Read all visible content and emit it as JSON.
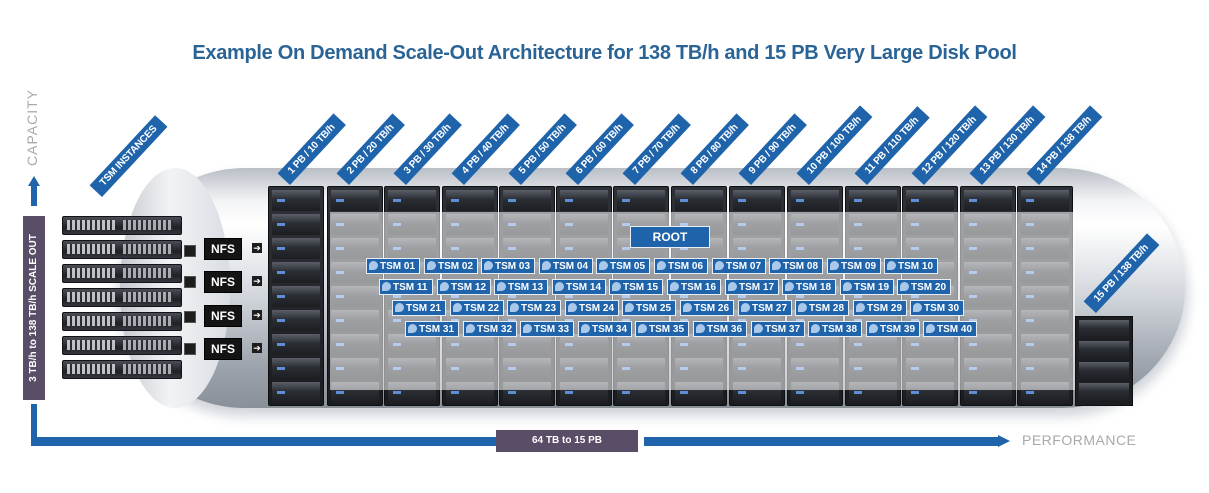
{
  "title": "Example On Demand Scale-Out Architecture for 138 TB/h and 15 PB Very Large Disk Pool",
  "axes": {
    "capacity_label": "CAPACITY",
    "performance_label": "PERFORMANCE",
    "scale_out_label": "3 TB/h to 138 TB/h SCALE OUT",
    "capacity_range_label": "64 TB to 15 PB"
  },
  "tsm_instances_label": "TSM INSTANCES",
  "nfs_label": "NFS",
  "root_label": "ROOT",
  "final_label": "15 PB / 138 TB/h",
  "racks": [
    {
      "label": "1 PB / 10 TB/h"
    },
    {
      "label": "2 PB / 20 TB/h"
    },
    {
      "label": "3 PB / 30 TB/h"
    },
    {
      "label": "4 PB / 40 TB/h"
    },
    {
      "label": "5 PB / 50 TB/h"
    },
    {
      "label": "6 PB / 60 TB/h"
    },
    {
      "label": "7 PB / 70 TB/h"
    },
    {
      "label": "8 PB / 80 TB/h"
    },
    {
      "label": "9 PB / 90 TB/h"
    },
    {
      "label": "10 PB / 100 TB/h"
    },
    {
      "label": "11 PB / 110 TB/h"
    },
    {
      "label": "12 PB / 120 TB/h"
    },
    {
      "label": "13 PB / 130 TB/h"
    },
    {
      "label": "14 PB / 138 TB/h"
    }
  ],
  "tsm_rows": [
    [
      "TSM 01",
      "TSM 02",
      "TSM 03",
      "TSM 04",
      "TSM 05",
      "TSM 06",
      "TSM 07",
      "TSM 08",
      "TSM 09",
      "TSM 10"
    ],
    [
      "TSM 11",
      "TSM 12",
      "TSM 13",
      "TSM 14",
      "TSM 15",
      "TSM 16",
      "TSM 17",
      "TSM 18",
      "TSM 19",
      "TSM 20"
    ],
    [
      "TSM 21",
      "TSM 22",
      "TSM 23",
      "TSM 24",
      "TSM 25",
      "TSM 26",
      "TSM 27",
      "TSM 28",
      "TSM 29",
      "TSM 30"
    ],
    [
      "TSM 31",
      "TSM 32",
      "TSM 33",
      "TSM 34",
      "TSM 35",
      "TSM 36",
      "TSM 37",
      "TSM 38",
      "TSM 39",
      "TSM 40"
    ]
  ],
  "colors": {
    "accent_blue": "#1f64ab",
    "purple_label": "#5a4d67",
    "axis_gray": "#a9a9a9"
  }
}
